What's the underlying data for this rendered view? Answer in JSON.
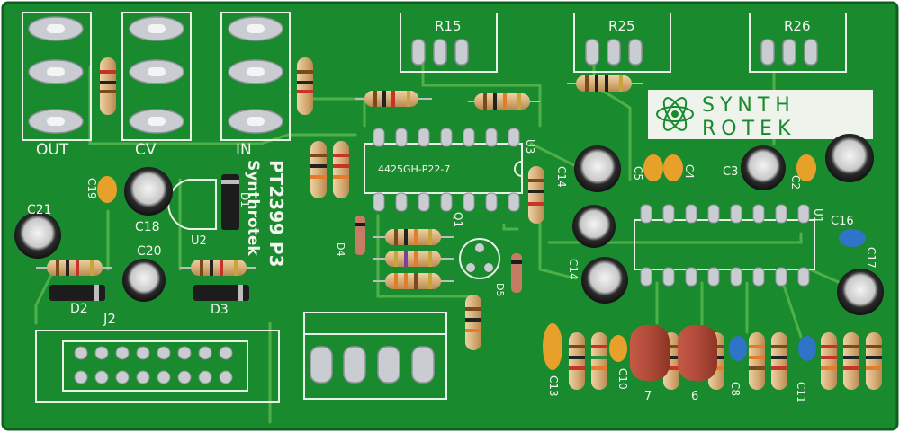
{
  "colors": {
    "board": "#1a8a2e",
    "board_dark": "#13702a",
    "silkscreen": "#f2f6ef",
    "trace": "#4fb04a",
    "pad": "#c9ccd0",
    "electrolytic_cap": "#1c1c1c",
    "film_cap": "#b24b3a",
    "ceramic_cap_orange": "#e7a12a",
    "ceramic_cap_blue": "#2f74c8",
    "resistor_body": "#d8b07a"
  },
  "board": {
    "title_line1": "PT2399 P3",
    "title_line2": "Synthrotek",
    "ic_part": "4425GH-P22-7"
  },
  "logo": {
    "line1": "SYNTH",
    "line2": "ROTEK"
  },
  "jacks": {
    "out": "OUT",
    "cv": "CV",
    "in": "IN"
  },
  "pots": {
    "r15": "R15",
    "r25": "R25",
    "r26": "R26"
  },
  "labels": {
    "c21": "C21",
    "c19": "C19",
    "c18": "C18",
    "c20": "C20",
    "d1": "D1",
    "d2": "D2",
    "d3": "D3",
    "d4": "D4",
    "d5": "D5",
    "u1": "U1",
    "u2": "U2",
    "u3": "U3",
    "q1": "Q1",
    "j2": "J2",
    "c2": "C2",
    "c3": "C3",
    "c4": "C4",
    "c5": "C5",
    "c8": "C8",
    "c10": "C10",
    "c11": "C11",
    "c13": "C13",
    "c14": "C14",
    "c16": "C16",
    "c17": "C17",
    "seven": "7",
    "six": "6"
  }
}
